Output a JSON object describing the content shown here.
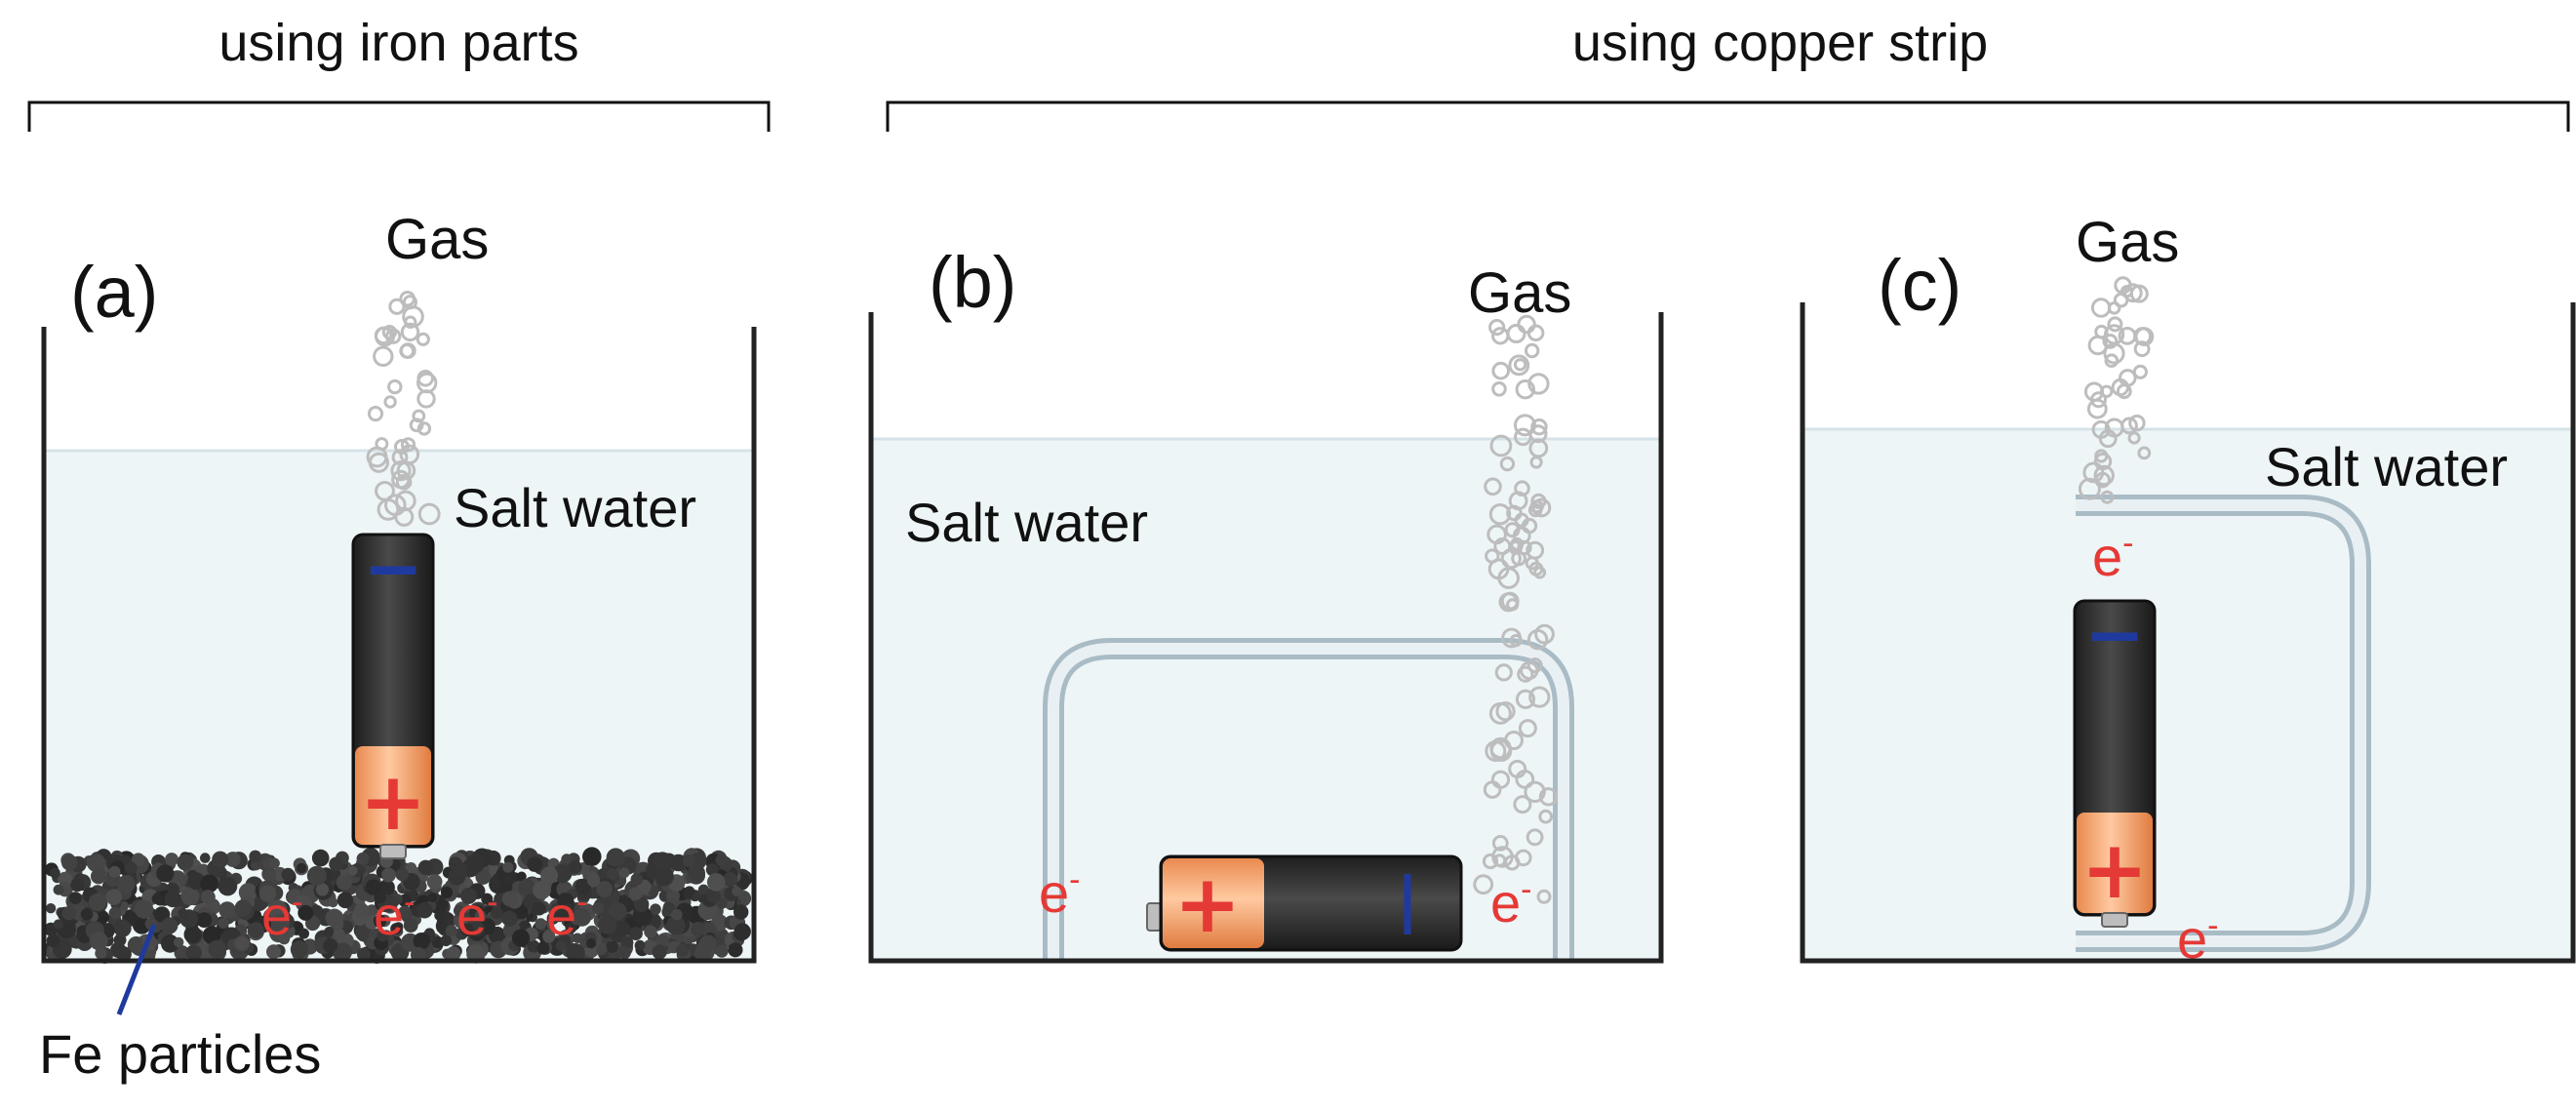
{
  "headers": {
    "iron": "using iron parts",
    "copper": "using copper strip"
  },
  "panels": {
    "a": {
      "tag": "(a)",
      "gas": "Gas",
      "medium": "Salt water",
      "particles": "Fe particles",
      "electron": "e",
      "electron_sup": "-"
    },
    "b": {
      "tag": "(b)",
      "gas": "Gas",
      "medium": "Salt water",
      "electron": "e",
      "electron_sup": "-"
    },
    "c": {
      "tag": "(c)",
      "gas": "Gas",
      "medium": "Salt water",
      "electron": "e",
      "electron_sup": "-"
    }
  },
  "battery": {
    "positive": "+",
    "negative": "−"
  },
  "colors": {
    "water": "#eef5f7",
    "container": "#222222",
    "strip": "#a9bcc6",
    "electron": "#e53935",
    "battery_body": "#333333",
    "battery_cap": "#f4a672",
    "minus_mark": "#1f3a9e",
    "plus_mark": "#e53935",
    "pointer": "#1f3a9e"
  }
}
